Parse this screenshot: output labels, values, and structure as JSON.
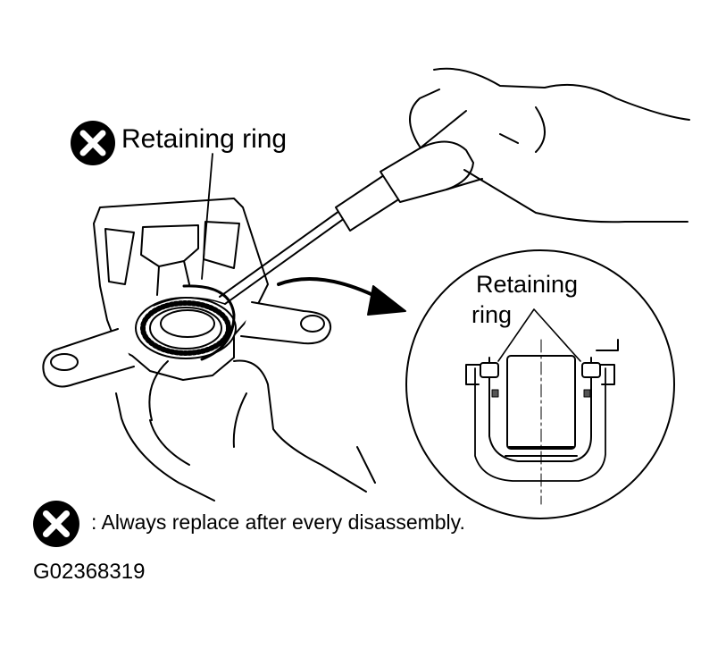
{
  "callouts": {
    "main_label": "Retaining ring",
    "inset_label_line1": "Retaining",
    "inset_label_line2": "ring"
  },
  "legend": {
    "text": ": Always replace after every disassembly.",
    "symbol_icon": "x-circle-icon"
  },
  "figure_code": "G02368319"
}
